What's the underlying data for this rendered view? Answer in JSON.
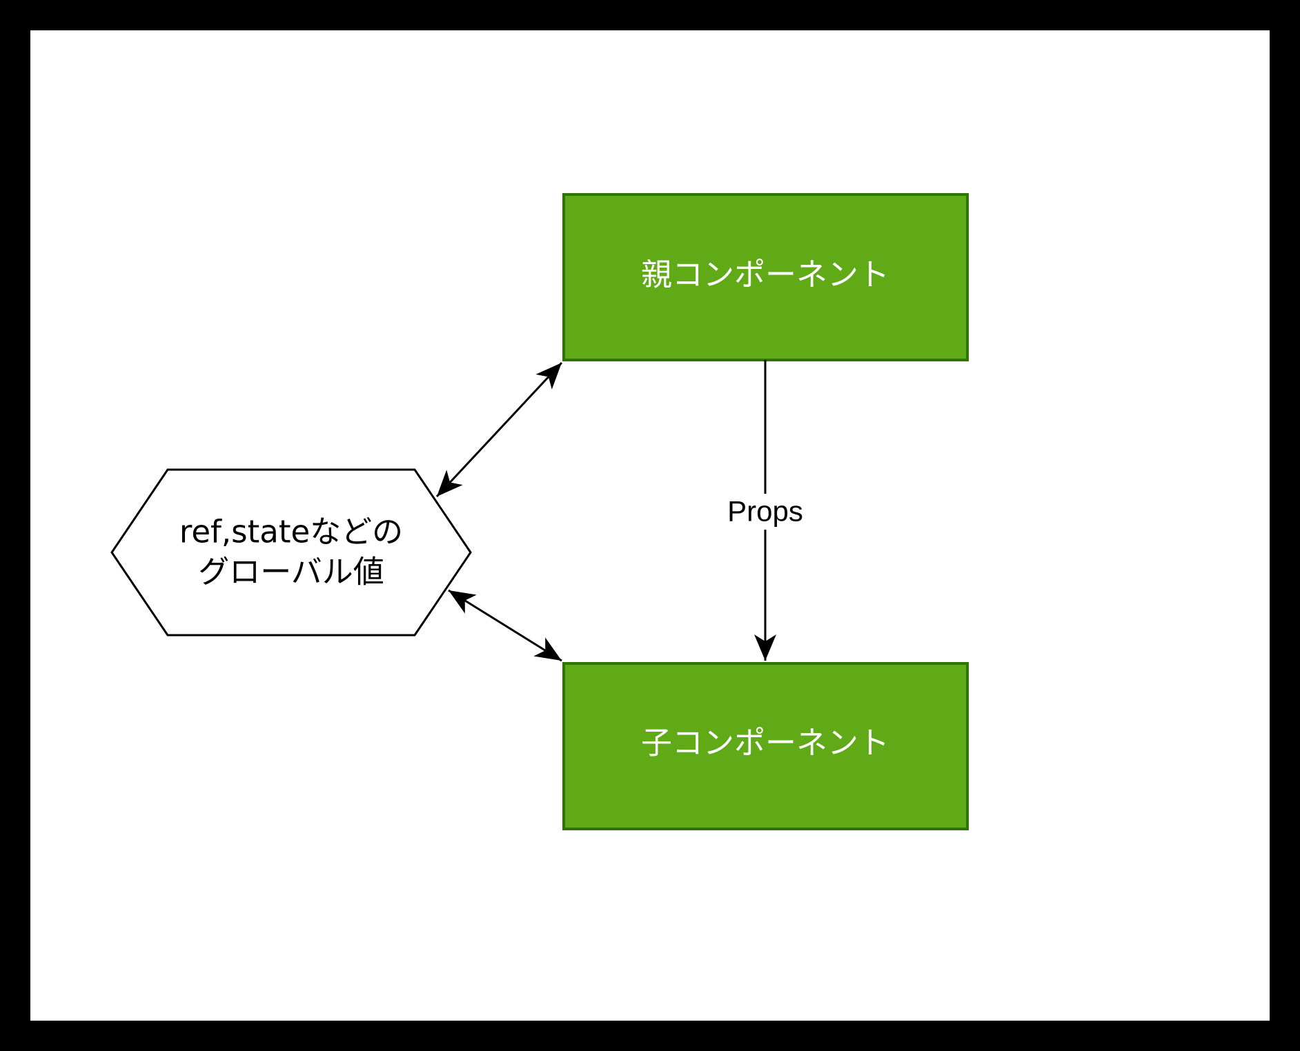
{
  "nodes": {
    "parent": {
      "label": "親コンポーネント"
    },
    "child": {
      "label": "子コンポーネント"
    },
    "global": {
      "label_line1": "ref,stateなどの",
      "label_line2": "グローバル値"
    }
  },
  "edges": {
    "parent_to_child": {
      "label": "Props"
    }
  },
  "colors": {
    "component_fill": "#60a917",
    "component_stroke": "#2d7600",
    "component_text": "#ffffff",
    "outline": "#000000",
    "background": "#ffffff",
    "frame": "#000000"
  }
}
